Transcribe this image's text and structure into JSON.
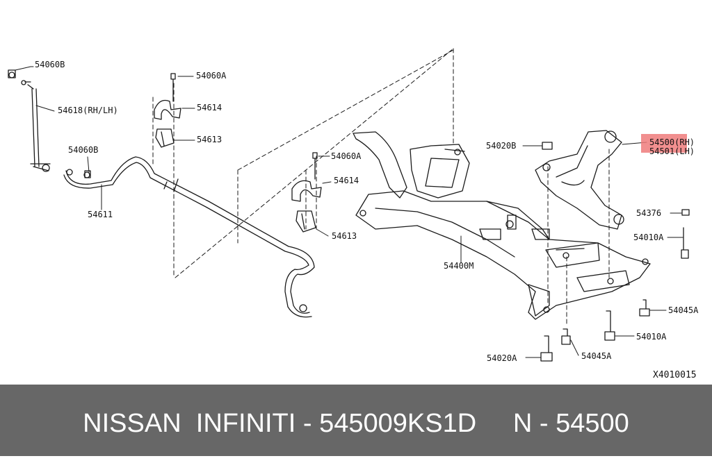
{
  "diagram": {
    "ref_code": "X4010015",
    "callouts": [
      {
        "id": "54060B-top",
        "text": "54060B"
      },
      {
        "id": "54618",
        "text": "54618(RH/LH)"
      },
      {
        "id": "54060B-mid",
        "text": "54060B"
      },
      {
        "id": "54611",
        "text": "54611"
      },
      {
        "id": "54060A-left",
        "text": "54060A"
      },
      {
        "id": "54614-left",
        "text": "54614"
      },
      {
        "id": "54613-left",
        "text": "54613"
      },
      {
        "id": "54060A-right",
        "text": "54060A"
      },
      {
        "id": "54614-right",
        "text": "54614"
      },
      {
        "id": "54613-right",
        "text": "54613"
      },
      {
        "id": "54400M",
        "text": "54400M"
      },
      {
        "id": "54020B",
        "text": "54020B"
      },
      {
        "id": "54500",
        "text": "54500(RH)"
      },
      {
        "id": "54501",
        "text": "54501(LH)"
      },
      {
        "id": "54376",
        "text": "54376"
      },
      {
        "id": "54010A-top",
        "text": "54010A"
      },
      {
        "id": "54045A-right",
        "text": "54045A"
      },
      {
        "id": "54010A-bottom",
        "text": "54010A"
      },
      {
        "id": "54045A-bottom",
        "text": "54045A"
      },
      {
        "id": "54020A",
        "text": "54020A"
      }
    ],
    "highlight_color": "#ef7b7b"
  },
  "footer": {
    "text": "NISSAN  INFINITI - 545009KS1D     N - 54500",
    "background": "#676767",
    "color": "#ffffff"
  }
}
